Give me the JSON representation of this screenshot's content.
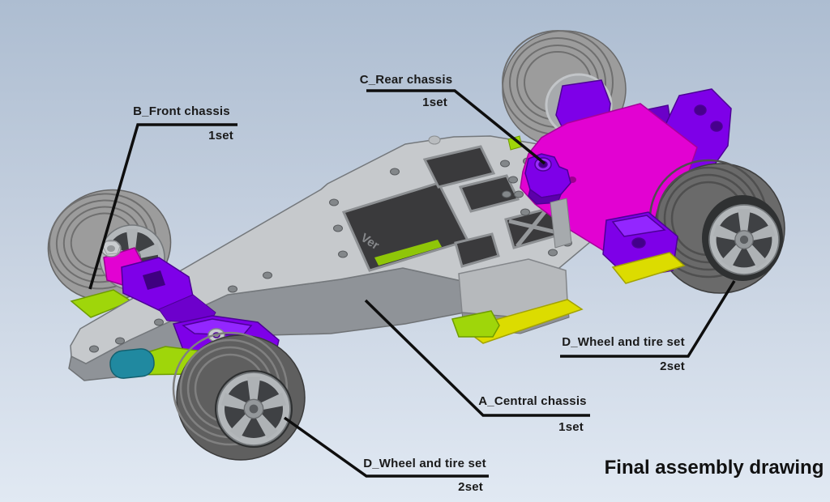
{
  "title": "Final assembly drawing",
  "engraving": "Ver",
  "callouts": {
    "front_chassis": {
      "label": "B_Front chassis",
      "qty": "1set"
    },
    "rear_chassis": {
      "label": "C_Rear chassis",
      "qty": "1set"
    },
    "central_chassis": {
      "label": "A_Central chassis",
      "qty": "1set"
    },
    "wheel_set_right": {
      "label": "D_Wheel and tire set",
      "qty": "2set"
    },
    "wheel_set_bottom": {
      "label": "D_Wheel and tire set",
      "qty": "2set"
    }
  },
  "colors": {
    "background_top": "#adbdd1",
    "background_bottom": "#e1e9f3",
    "chassis_top": "#c6c9cc",
    "chassis_side": "#8f9398",
    "cutout": "#3a3a3c",
    "magenta": "#e202d2",
    "purple": "#7e00e8",
    "green": "#9fd60a",
    "yellow": "#dcdc00",
    "teal": "#2089a0",
    "tire_light": "#9c9c9c",
    "tire_dark": "#626262",
    "hub": "#b3b7ba",
    "callout_line": "#0e0e0e",
    "label_text": "#1a1a1a"
  }
}
